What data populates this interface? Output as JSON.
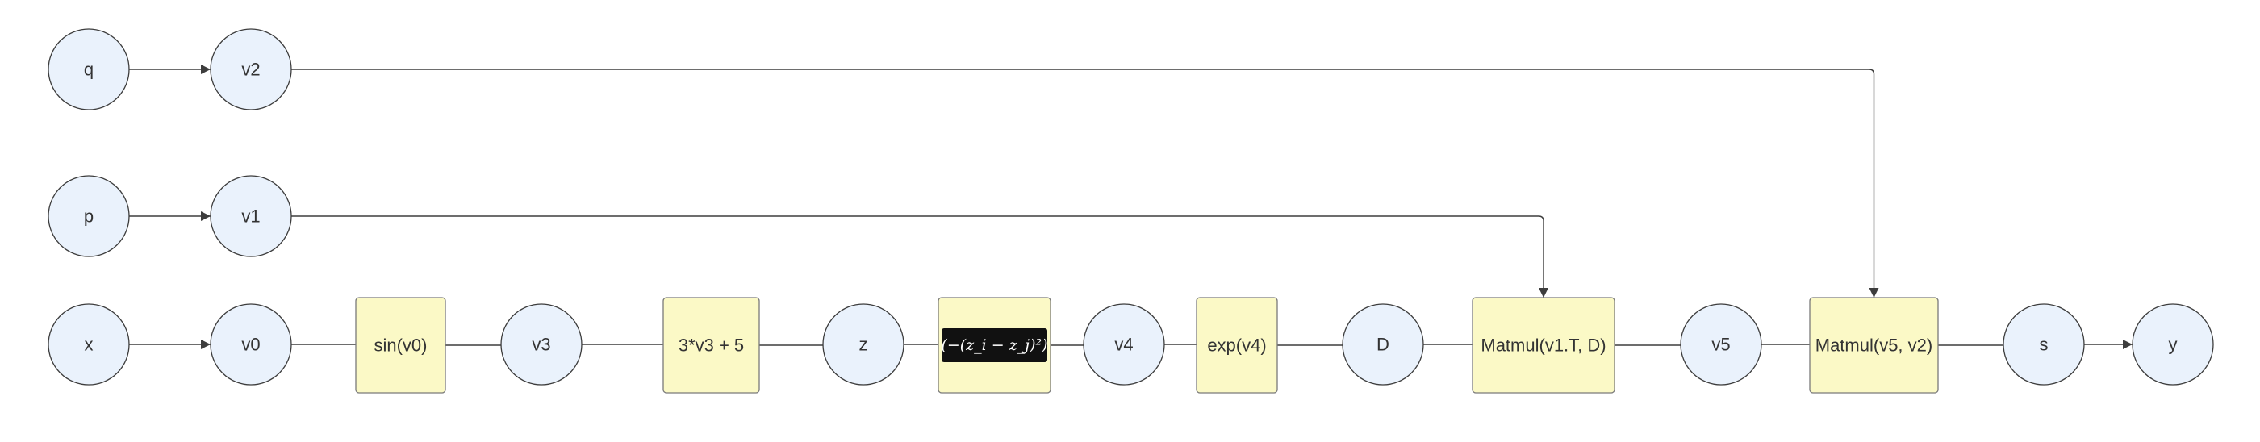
{
  "colors": {
    "circle_fill": "#eaf2fc",
    "circle_stroke": "#3d3d3d",
    "box_fill": "#fbf9c6",
    "box_stroke": "#7a7a7a",
    "edge": "#3d3d3d",
    "label": "#333333",
    "math_fill": "#111111",
    "math_text": "#ffffff"
  },
  "nodes": {
    "q": "q",
    "v2": "v2",
    "p": "p",
    "v1": "v1",
    "x": "x",
    "v0": "v0",
    "sin": "sin(v0)",
    "v3": "v3",
    "affine": "3*v3 + 5",
    "z": "z",
    "dist": "(−(z_i − z_j)²)",
    "v4": "v4",
    "exp": "exp(v4)",
    "D": "D",
    "matmul1": "Matmul(v1.T, D)",
    "v5": "v5",
    "matmul2": "Matmul(v5, v2)",
    "s": "s",
    "y": "y"
  },
  "edges": [
    [
      "q",
      "v2"
    ],
    [
      "p",
      "v1"
    ],
    [
      "x",
      "v0"
    ],
    [
      "v0",
      "sin"
    ],
    [
      "sin",
      "v3"
    ],
    [
      "v3",
      "affine"
    ],
    [
      "affine",
      "z"
    ],
    [
      "z",
      "dist"
    ],
    [
      "dist",
      "v4"
    ],
    [
      "v4",
      "exp"
    ],
    [
      "exp",
      "D"
    ],
    [
      "D",
      "matmul1"
    ],
    [
      "matmul1",
      "v5"
    ],
    [
      "v5",
      "matmul2"
    ],
    [
      "matmul2",
      "s"
    ],
    [
      "s",
      "y"
    ],
    [
      "v1",
      "matmul1"
    ],
    [
      "v2",
      "matmul2"
    ]
  ]
}
